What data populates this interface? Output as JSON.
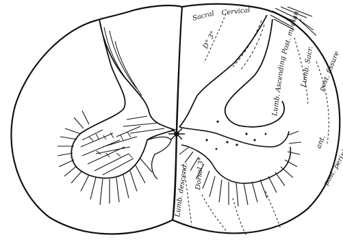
{
  "labels": {
    "sacral": "Sacral",
    "cervical": "Cervical",
    "dorsal_upper": "D° 3°",
    "post_median": "Post. median",
    "lumbar_sacral": "Lumb. Sacr.",
    "post_fissure": "post. fissure",
    "lumb_ascending": "Lumb. Ascending",
    "dorsal_3": "Dorsal 3°",
    "post_periphery": "post. periphery",
    "lumb_descend": "Lumb. descend.",
    "ant": "ant."
  },
  "colors": {
    "ink": "#111111",
    "paper": "#ffffff"
  }
}
